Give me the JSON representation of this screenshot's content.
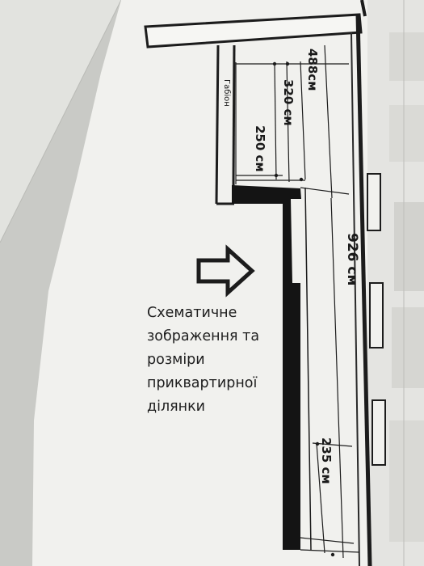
{
  "photo": {
    "subject": "plan-sheet"
  },
  "dimensions": {
    "d488": "488см",
    "d320": "320 см",
    "d250": "250 см",
    "d926": "926 см",
    "d235": "235 см"
  },
  "side_label": "Габіон",
  "caption": "Схематичне\nзображення та\nрозміри\nприквартирної\nділянки",
  "colors": {
    "paper": "#f1f1ee",
    "ink": "#1c1c1c",
    "background": "#cfd0cc"
  }
}
